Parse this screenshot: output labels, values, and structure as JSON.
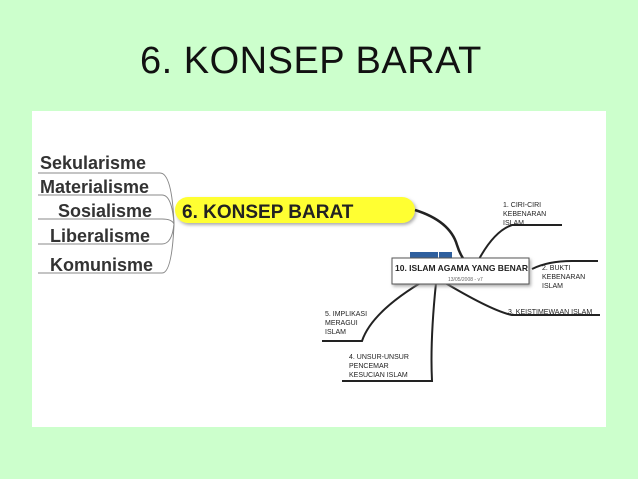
{
  "slide": {
    "title": "6. KONSEP BARAT"
  },
  "mindmap": {
    "left_branches": [
      "Sekularisme",
      "Materialisme",
      "Sosialisme",
      "Liberalisme",
      "Komunisme"
    ],
    "main_node": "6. KONSEP BARAT",
    "center_node": {
      "title": "10. ISLAM AGAMA YANG BENAR",
      "date": "13/05/2008 - v7"
    },
    "right_branches": {
      "b1": [
        "1. CIRI-CIRI",
        "KEBENARAN",
        "ISLAM"
      ],
      "b2": [
        "2. BUKTI",
        "KEBENARAN",
        "ISLAM"
      ],
      "b3": [
        "3. KEISTIMEWAAN ISLAM"
      ],
      "b4": [
        "4. UNSUR-UNSUR",
        "PENCEMAR",
        "KESUCIAN ISLAM"
      ],
      "b5": [
        "5. IMPLIKASI",
        "MERAGUI",
        "ISLAM"
      ]
    }
  },
  "colors": {
    "background": "#ccffcc",
    "highlight": "#ffff33",
    "node_blue": "#2e5f9e"
  }
}
